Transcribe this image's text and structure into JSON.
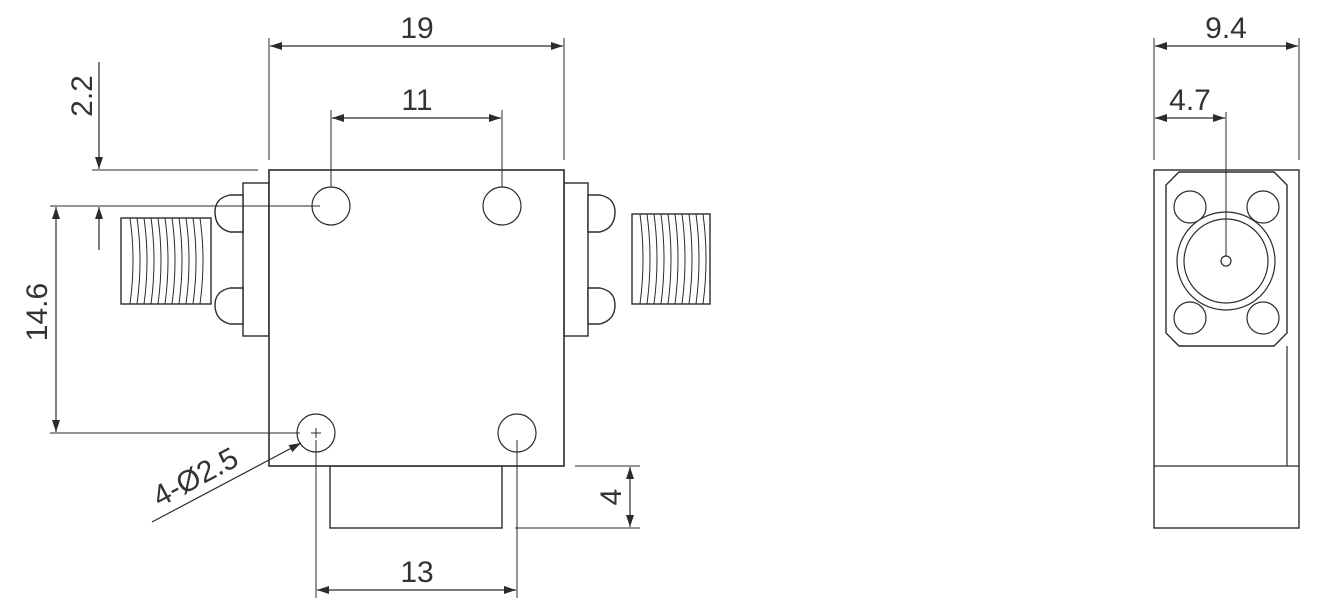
{
  "dimensions": {
    "width_overall": "19",
    "hole_spacing_top": "11",
    "top_offset": "2.2",
    "height_holes": "14.6",
    "hole_callout": "4-Ø2.5",
    "tab_height": "4",
    "hole_spacing_bottom": "13",
    "side_width": "9.4",
    "side_center": "4.7"
  }
}
